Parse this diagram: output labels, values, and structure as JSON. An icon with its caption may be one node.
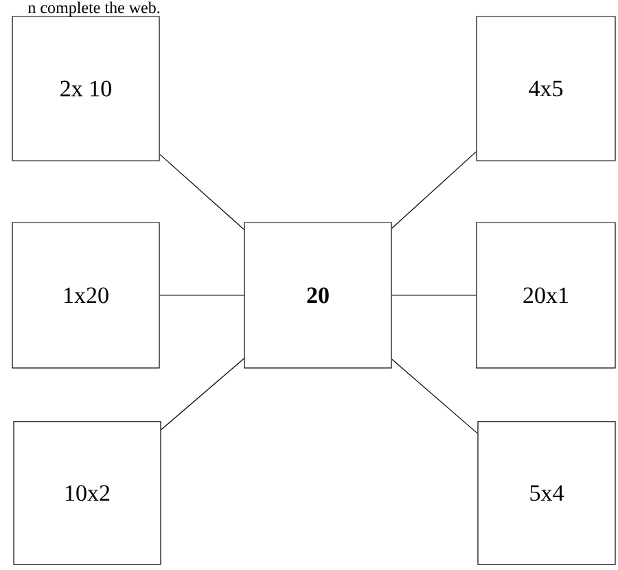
{
  "diagram": {
    "nodes": [
      {
        "text": [
          "2x 10"
        ]
      },
      {
        "text": [
          "4x5"
        ]
      },
      {
        "text": [
          "1x20"
        ]
      },
      {
        "text": [
          "**20**"
        ]
      },
      {
        "text": [
          "20x1"
        ]
      },
      {
        "text": [
          "10x2"
        ]
      },
      {
        "text": [
          "5x4"
        ]
      }
    ],
    "edges": [
      {
        "from": 3,
        "to": 0,
        "arrow": "none"
      },
      {
        "from": 3,
        "to": 1,
        "arrow": "none"
      },
      {
        "from": 3,
        "to": 2,
        "arrow": "none"
      },
      {
        "from": 3,
        "to": 4,
        "arrow": "none"
      },
      {
        "from": 3,
        "to": 5,
        "arrow": "none"
      },
      {
        "from": 3,
        "to": 6,
        "arrow": "none"
      }
    ],
    "labels": [
      "n complete the web."
    ]
  }
}
